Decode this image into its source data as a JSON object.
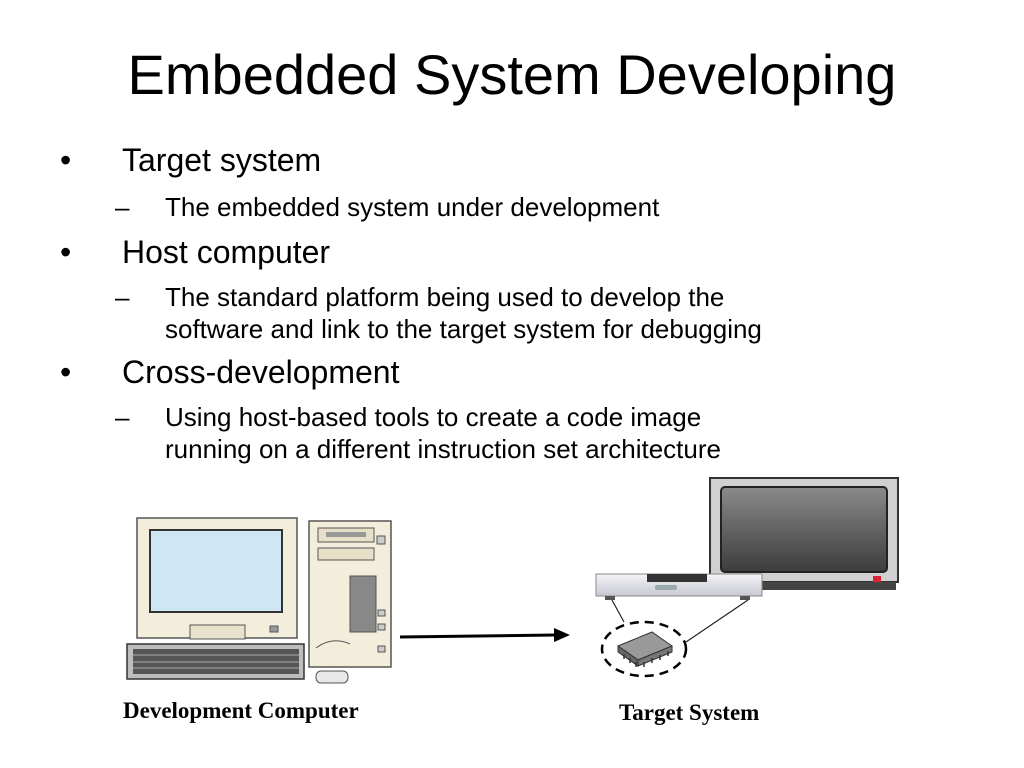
{
  "title": "Embedded System Developing",
  "bullets": [
    {
      "text": "Target system",
      "subs": [
        "The embedded system under development"
      ]
    },
    {
      "text": "Host computer",
      "subs": [
        "The standard platform being used to develop the",
        "software and link to the target system for debugging"
      ]
    },
    {
      "text": "Cross-development",
      "subs": [
        "Using host-based tools to create a code image",
        "running on a different instruction set architecture"
      ]
    }
  ],
  "bullet_glyph": "•",
  "dash_glyph": "–",
  "diagram": {
    "dev_label": "Development Computer",
    "target_label": "Target System"
  }
}
